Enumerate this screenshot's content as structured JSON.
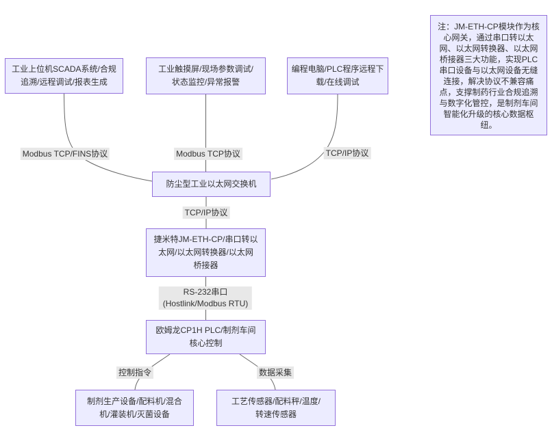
{
  "diagram": {
    "type": "flowchart",
    "nodes": {
      "scada": "工业上位机SCADA系统/合规\n追溯/远程调试/报表生成",
      "hmi": "工业触摸屏/现场参数调试/\n状态监控/异常报警",
      "programming_pc": "编程电脑/PLC程序远程下\n载/在线调试",
      "switch": "防尘型工业以太网交换机",
      "gateway": "捷米特JM-ETH-CP/串口转以\n太网/以太网转换器/以太网\n桥接器",
      "plc": "欧姆龙CP1H PLC/制剂车间\n核心控制",
      "production_equipment": "制剂生产设备/配料机/混合\n机/灌装机/灭菌设备",
      "sensors": "工艺传感器/配料秤/温度/\n转速传感器"
    },
    "edge_labels": {
      "scada_to_switch": "Modbus TCP/FINS协议",
      "hmi_to_switch": "Modbus TCP协议",
      "pc_to_switch": "TCP/IP协议",
      "switch_to_gateway": "TCP/IP协议",
      "gateway_to_plc": "RS-232串口\n(Hostlink/Modbus RTU)",
      "plc_to_equipment": "控制指令",
      "plc_to_sensors": "数据采集"
    },
    "note": "注：JM-ETH-CP模块作为核\n心网关，通过串口转以太\n网、以太网转换器、以太网\n桥接器三大功能，实现PLC\n串口设备与以太网设备无缝\n连接，解决协议不兼容痛\n点，支撑制药行业合规追溯\n与数字化管控，是制剂车间\n智能化升级的核心数据枢\n纽。",
    "colors": {
      "node_fill": "#ECECFF",
      "node_border": "#9370DB",
      "edge_label_bg": "#E8E8E8",
      "edge_line": "#666666",
      "text": "#333333"
    }
  }
}
